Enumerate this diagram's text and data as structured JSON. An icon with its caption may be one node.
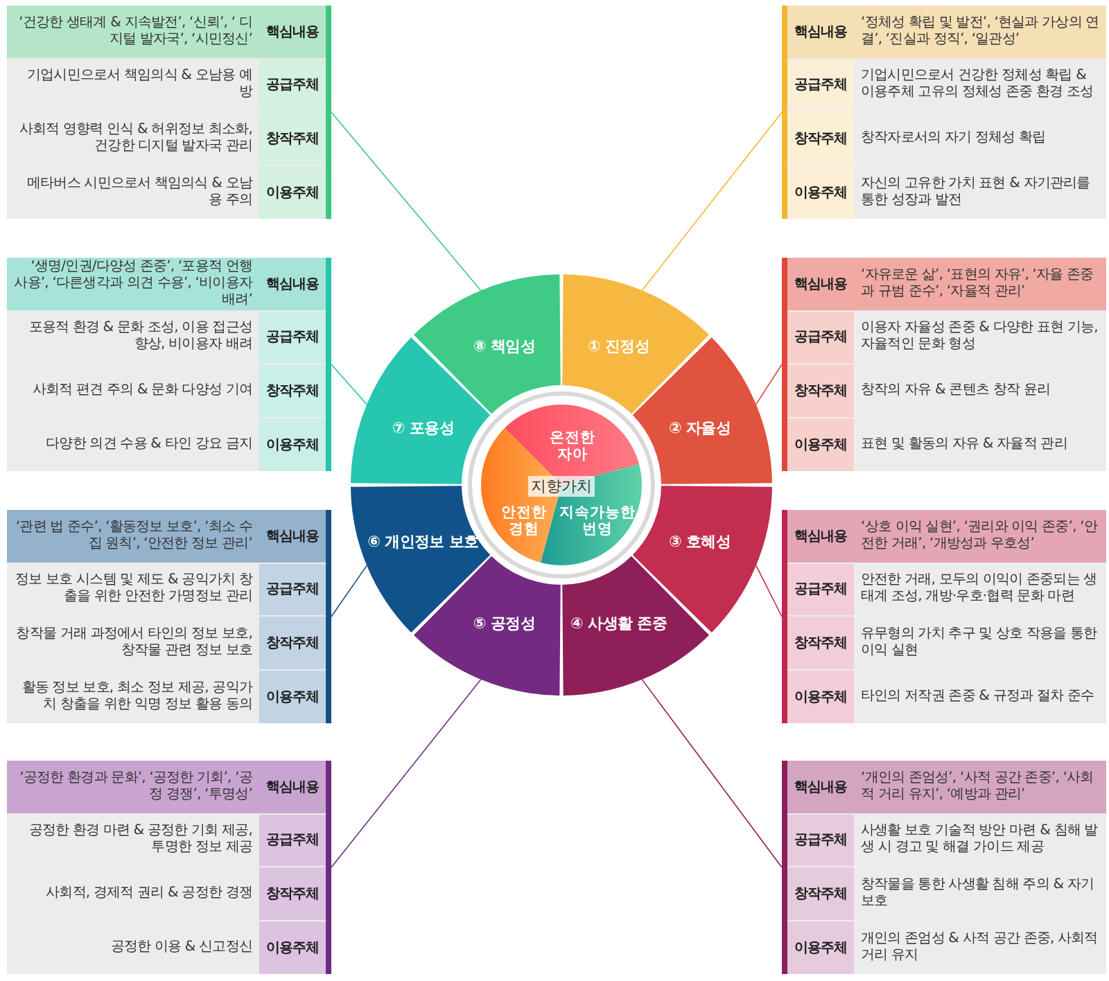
{
  "diagram": {
    "nodes": [
      {
        "text": [
          "① 진정성"
        ]
      },
      {
        "text": [
          "② 자율성"
        ]
      },
      {
        "text": [
          "③ 호혜성"
        ]
      },
      {
        "text": [
          "④ 사생활 존중"
        ]
      },
      {
        "text": [
          "⑤ 공정성"
        ]
      },
      {
        "text": [
          "⑥ 개인정보 보호"
        ]
      },
      {
        "text": [
          "⑦ 포용성"
        ]
      },
      {
        "text": [
          "⑧ 책임성"
        ]
      },
      {
        "text": [
          "지향가치"
        ]
      },
      {
        "text": [
          "온전한 자아"
        ]
      },
      {
        "text": [
          "지속가능한 번영"
        ]
      },
      {
        "text": [
          "안전한 경험"
        ]
      },
      {
        "text": [],
        "shape": "box"
      },
      {
        "text": [],
        "shape": "box"
      },
      {
        "text": [],
        "shape": "box"
      },
      {
        "text": [],
        "shape": "box"
      },
      {
        "text": [],
        "shape": "box"
      },
      {
        "text": [],
        "shape": "box"
      },
      {
        "text": [],
        "shape": "box"
      },
      {
        "text": [],
        "shape": "box"
      },
      {
        "text": [
          "핵심내용",
          "‘정체성 확립 및 발전’, ‘현실과 가상의 연결’, ‘진실과 정직’, ‘일관성’"
        ],
        "in": 12
      },
      {
        "text": [
          "공급주체",
          "기업시민으로서 건강한 정체성 확립 & 이용주체 고유의 정체성 존중 환경 조성"
        ],
        "in": 12
      },
      {
        "text": [
          "창작주체",
          "창작자로서의 자기 정체성 확립"
        ],
        "in": 12
      },
      {
        "text": [
          "이용주체",
          "자신의 고유한 가치 표현 & 자기관리를 통한 성장과 발전"
        ],
        "in": 12
      },
      {
        "text": [
          "핵심내용",
          "‘자유로운 삶’, ‘표현의 자유’, ‘자율 존중과 규범 준수’, ‘자율적 관리’"
        ],
        "in": 13
      },
      {
        "text": [
          "공급주체",
          "이용자 자율성 존중 & 다양한 표현 기능, 자율적인 문화 형성"
        ],
        "in": 13
      },
      {
        "text": [
          "창작주체",
          "창작의 자유 & 콘텐츠 창작 윤리"
        ],
        "in": 13
      },
      {
        "text": [
          "이용주체",
          "표현 및 활동의 자유 & 자율적 관리"
        ],
        "in": 13
      },
      {
        "text": [
          "핵심내용",
          "‘상호 이익 실현’, ‘권리와 이익 존중’, ‘안전한 거래’, ‘개방성과 우호성’"
        ],
        "in": 14
      },
      {
        "text": [
          "공급주체",
          "안전한 거래, 모두의 이익이 존중되는 생태계 조성, 개방·우호·협력 문화 마련"
        ],
        "in": 14
      },
      {
        "text": [
          "창작주체",
          "유무형의 가치 추구 및 상호 작용을 통한 이익 실현"
        ],
        "in": 14
      },
      {
        "text": [
          "이용주체",
          "타인의 저작권 존중 & 규정과 절차 준수"
        ],
        "in": 14
      },
      {
        "text": [
          "핵심내용",
          "‘개인의 존엄성’, ‘사적 공간 존중’, ‘사회적 거리 유지’, ‘예방과 관리’"
        ],
        "in": 15
      },
      {
        "text": [
          "공급주체",
          "사생활 보호 기술적 방안 마련 & 침해 발생 시 경고 및 해결 가이드 제공"
        ],
        "in": 15
      },
      {
        "text": [
          "창작주체",
          "창작물을 통한 사생활 침해 주의 & 자기 보호"
        ],
        "in": 15
      },
      {
        "text": [
          "이용주체",
          "개인의 존엄성 & 사적 공간 존중, 사회적 거리 유지"
        ],
        "in": 15
      },
      {
        "text": [
          "‘공정한 환경과 문화’, ‘공정한 기회’, ‘공정 경쟁’, ‘투명성’",
          "핵심내용"
        ],
        "in": 16
      },
      {
        "text": [
          "공정한 환경 마련 & 공정한 기회 제공, 투명한 정보 제공",
          "공급주체"
        ],
        "in": 16
      },
      {
        "text": [
          "사회적, 경제적 권리 & 공정한 경쟁",
          "창작주체"
        ],
        "in": 16
      },
      {
        "text": [
          "공정한 이용 & 신고정신",
          "이용주체"
        ],
        "in": 16
      },
      {
        "text": [
          "‘관련 법 준수’, ‘활동정보 보호’, ‘최소 수집 원칙’, ‘안전한 정보 관리’",
          "핵심내용"
        ],
        "in": 17
      },
      {
        "text": [
          "정보 보호 시스템 및 제도 & 공익가치 창출을 위한 안전한 가명정보 관리",
          "공급주체"
        ],
        "in": 17
      },
      {
        "text": [
          "창작물 거래 과정에서 타인의 정보 보호, 창작물 관련 정보 보호",
          "창작주체"
        ],
        "in": 17
      },
      {
        "text": [
          "활동 정보 보호, 최소 정보 제공, 공익가치 창출을 위한 익명 정보 활용 동의",
          "이용주체"
        ],
        "in": 17
      },
      {
        "text": [
          "‘생명/인권/다양성 존중’, ‘포용적 언행 사용’, ‘다른생각과 의견 수용’, ‘비이용자 배려’",
          "핵심내용"
        ],
        "in": 18
      },
      {
        "text": [
          "포용적 환경 & 문화 조성, 이용 접근성 향상, 비이용자 배려",
          "공급주체"
        ],
        "in": 18
      },
      {
        "text": [
          "사회적 편견 주의 & 문화 다양성 기여",
          "창작주체"
        ],
        "in": 18
      },
      {
        "text": [
          "다양한 의견 수용 & 타인 강요 금지",
          "이용주체"
        ],
        "in": 18
      },
      {
        "text": [
          "‘건강한 생태계 & 지속발전’, ‘신뢰’, ‘ 디지털 발자국’, ‘시민정신’",
          "핵심내용"
        ],
        "in": 19
      },
      {
        "text": [
          "기업시민으로서 책임의식 & 오남용 예방",
          "공급주체"
        ],
        "in": 19
      },
      {
        "text": [
          "사회적 영향력 인식 & 허위정보 최소화, 건강한 디지털 발자국 관리",
          "창작주체"
        ],
        "in": 19
      },
      {
        "text": [
          "메타버스 시민으로서 책임의식 & 오남용 주의",
          "이용주체"
        ],
        "in": 19
      }
    ],
    "edges": [
      {
        "from": 12,
        "to": 0,
        "arrow": "none",
        "color": "#f5b731"
      },
      {
        "from": 13,
        "to": 1,
        "arrow": "none",
        "color": "#e0473a"
      },
      {
        "from": 14,
        "to": 2,
        "arrow": "none",
        "color": "#c0274f"
      },
      {
        "from": 15,
        "to": 3,
        "arrow": "none",
        "color": "#8e1f5c"
      },
      {
        "from": 16,
        "to": 4,
        "arrow": "none",
        "color": "#6f2c82"
      },
      {
        "from": 17,
        "to": 5,
        "arrow": "none",
        "color": "#1a4f86"
      },
      {
        "from": 18,
        "to": 6,
        "arrow": "none",
        "color": "#27c3ab"
      },
      {
        "from": 19,
        "to": 7,
        "arrow": "none",
        "color": "#3ec77e"
      }
    ]
  }
}
